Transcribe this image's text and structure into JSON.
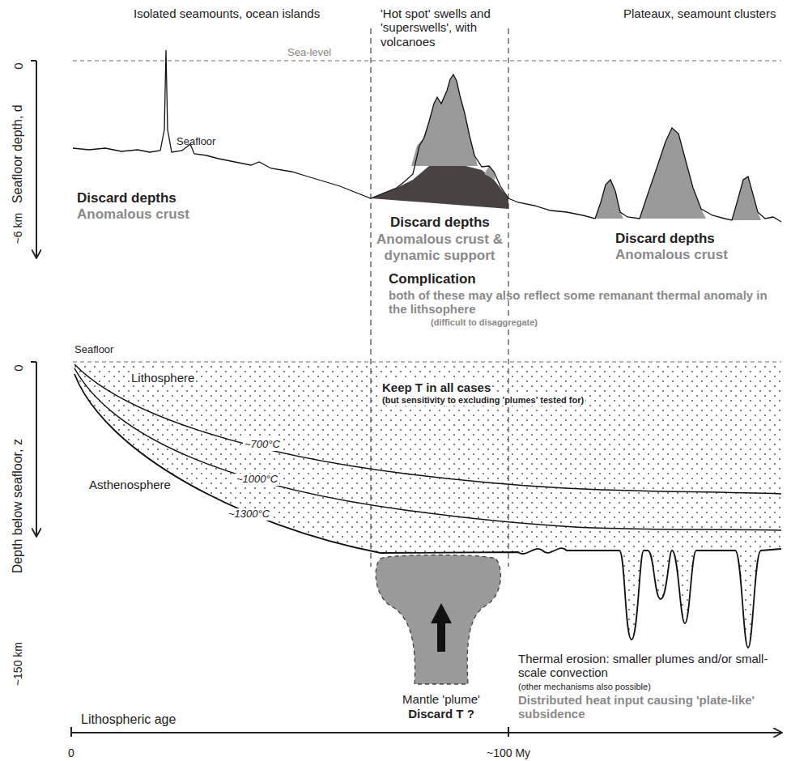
{
  "diagram": {
    "labels": [
      "Isolated seamounts, ocean islands",
      "'Hot spot' swells and 'superswells', with volcanoes",
      "Plateaux, seamount clusters",
      "Sea-level",
      "Seafloor depth, d",
      "0",
      "~6 km",
      "Seafloor",
      "Discard depths",
      "Anomalous crust",
      "Discard depths",
      "Anomalous crust & dynamic support",
      "Discard depths",
      "Anomalous crust",
      "Complication",
      "both of these may also reflect some remanant thermal anomaly in the lithsophere",
      "(difficult to disaggregate)",
      "Seafloor",
      "0",
      "Lithosphere",
      "Keep T in all cases",
      "(but sensitivity to excluding 'plumes' tested for)",
      "~700°C",
      "~1000°C",
      "~1300°C",
      "Asthenosphere",
      "Depth below seafloor, z",
      "~150 km",
      "Mantle 'plume'",
      "Discard T ?",
      "Thermal erosion: smaller plumes and/or small-scale convection",
      "(other mechanisms also possible)",
      "Distributed heat input causing 'plate-like' subsidence",
      "Lithospheric age",
      "0",
      "~100 My"
    ]
  }
}
